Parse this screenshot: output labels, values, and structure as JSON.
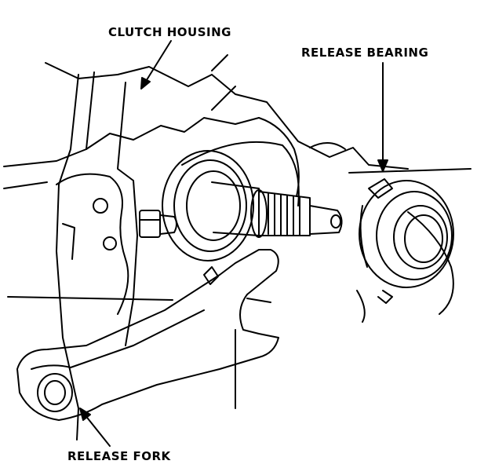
{
  "labels": {
    "clutch_housing": "CLUTCH HOUSING",
    "release_bearing": "RELEASE BEARING",
    "release_fork": "RELEASE FORK"
  },
  "colors": {
    "ink": "#000000",
    "paper": "#ffffff"
  }
}
